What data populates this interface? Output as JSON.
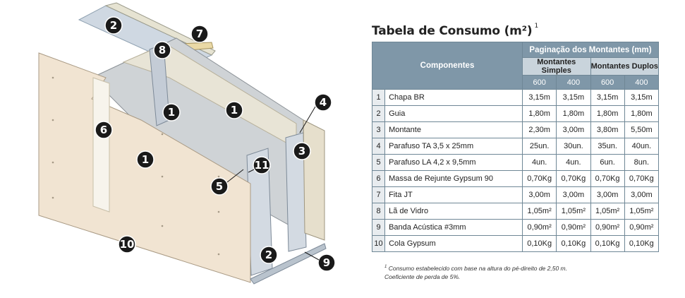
{
  "diagram": {
    "callouts": [
      {
        "id": "c2a",
        "label": "2"
      },
      {
        "id": "c7",
        "label": "7"
      },
      {
        "id": "c8",
        "label": "8"
      },
      {
        "id": "c1a",
        "label": "1"
      },
      {
        "id": "c1b",
        "label": "1"
      },
      {
        "id": "c4",
        "label": "4"
      },
      {
        "id": "c6",
        "label": "6"
      },
      {
        "id": "c3",
        "label": "3"
      },
      {
        "id": "c1c",
        "label": "1"
      },
      {
        "id": "c11",
        "label": "11"
      },
      {
        "id": "c5",
        "label": "5"
      },
      {
        "id": "c10",
        "label": "10"
      },
      {
        "id": "c2b",
        "label": "2"
      },
      {
        "id": "c9",
        "label": "9"
      }
    ]
  },
  "table": {
    "title": "Tabela de Consumo (m²)",
    "title_note": "1",
    "header_components": "Componentes",
    "header_group": "Paginação dos Montantes (mm)",
    "header_simple": "Montantes Simples",
    "header_double": "Montantes Duplos",
    "spacings": [
      "600",
      "400",
      "600",
      "400"
    ],
    "rows": [
      {
        "num": "1",
        "name": "Chapa BR",
        "v": [
          "3,15m",
          "3,15m",
          "3,15m",
          "3,15m"
        ]
      },
      {
        "num": "2",
        "name": "Guia",
        "v": [
          "1,80m",
          "1,80m",
          "1,80m",
          "1,80m"
        ]
      },
      {
        "num": "3",
        "name": "Montante",
        "v": [
          "2,30m",
          "3,00m",
          "3,80m",
          "5,50m"
        ]
      },
      {
        "num": "4",
        "name": "Parafuso TA 3,5 x 25mm",
        "v": [
          "25un.",
          "30un.",
          "35un.",
          "40un."
        ]
      },
      {
        "num": "5",
        "name": "Parafuso LA 4,2 x 9,5mm",
        "v": [
          "4un.",
          "4un.",
          "6un.",
          "8un."
        ]
      },
      {
        "num": "6",
        "name": "Massa de Rejunte Gypsum 90",
        "v": [
          "0,70Kg",
          "0,70Kg",
          "0,70Kg",
          "0,70Kg"
        ]
      },
      {
        "num": "7",
        "name": "Fita JT",
        "v": [
          "3,00m",
          "3,00m",
          "3,00m",
          "3,00m"
        ]
      },
      {
        "num": "8",
        "name": "Lã de Vidro",
        "v": [
          "1,05m²",
          "1,05m²",
          "1,05m²",
          "1,05m²"
        ]
      },
      {
        "num": "9",
        "name": "Banda Acústica #3mm",
        "v": [
          "0,90m²",
          "0,90m²",
          "0,90m²",
          "0,90m²"
        ]
      },
      {
        "num": "10",
        "name": "Cola Gypsum",
        "v": [
          "0,10Kg",
          "0,10Kg",
          "0,10Kg",
          "0,10Kg"
        ]
      }
    ]
  },
  "footnote": {
    "mark": "1",
    "line1": "Consumo estabelecido com base na altura do pé-direito de 2,50 m.",
    "line2": "Coeficiente de perda de 5%."
  }
}
